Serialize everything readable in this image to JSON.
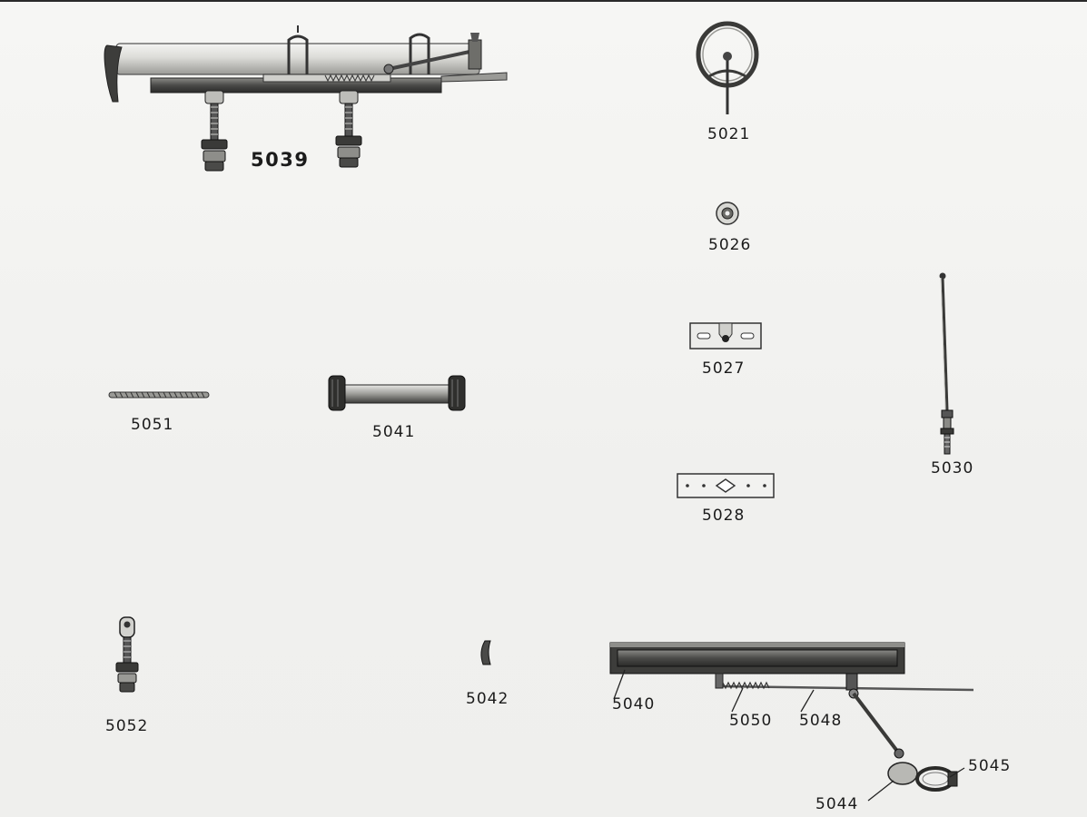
{
  "parts": {
    "p5039": "5039",
    "p5021": "5021",
    "p5026": "5026",
    "p5027": "5027",
    "p5028": "5028",
    "p5030": "5030",
    "p5051": "5051",
    "p5041": "5041",
    "p5052": "5052",
    "p5042": "5042",
    "p5040": "5040",
    "p5050": "5050",
    "p5048": "5048",
    "p5045": "5045",
    "p5044": "5044"
  },
  "colors": {
    "ink": "#1b1b1b",
    "metal_light": "#d9d9d6",
    "metal_dark": "#3a3a3a",
    "paper": "#f1f1ef"
  }
}
